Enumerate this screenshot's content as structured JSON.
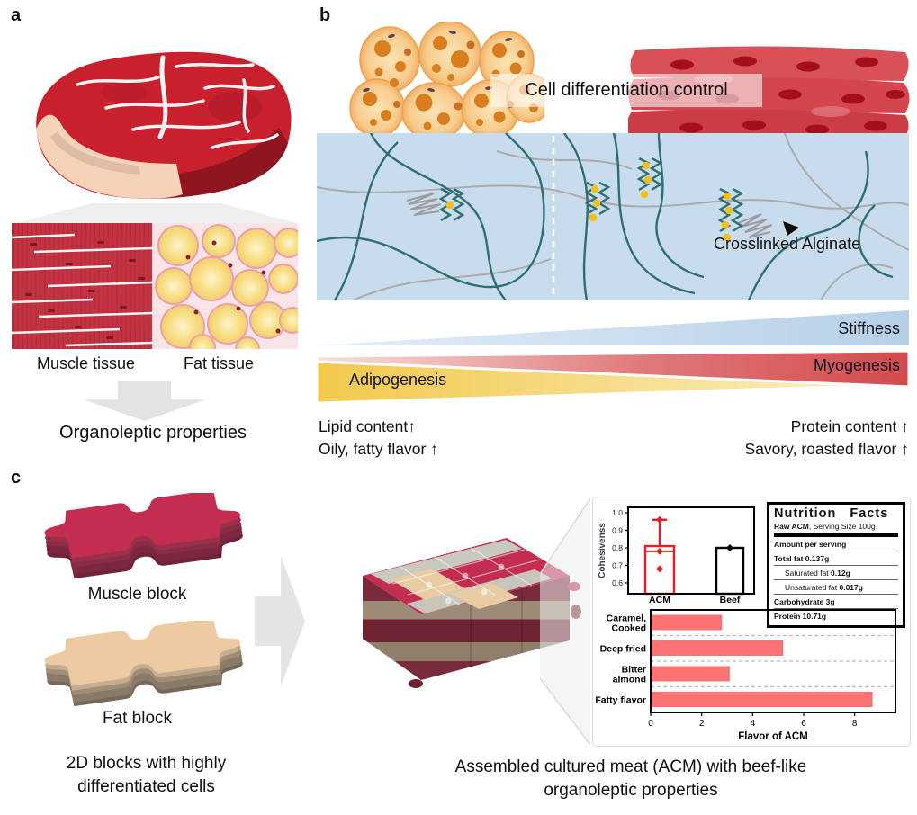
{
  "figure": {
    "panel_a": {
      "label": "a",
      "muscle_tissue": "Muscle tissue",
      "fat_tissue": "Fat tissue",
      "organoleptic": "Organoleptic properties"
    },
    "panel_b": {
      "label": "b",
      "cell_differentiation": "Cell differentiation control",
      "crosslinked_alginate": "Crosslinked Alginate",
      "stiffness": "Stiffness",
      "myogenesis": "Myogenesis",
      "adipogenesis": "Adipogenesis",
      "lipid_line1": "Lipid content↑",
      "lipid_line2": "Oily, fatty flavor ↑",
      "protein_line1": "Protein content ↑",
      "protein_line2": "Savory, roasted flavor ↑"
    },
    "panel_c": {
      "label": "c",
      "muscle_block": "Muscle block",
      "fat_block": "Fat block",
      "blocks_caption1": "2D blocks with highly",
      "blocks_caption2": "differentiated cells",
      "acm_caption1": "Assembled cultured meat (ACM) with beef-like",
      "acm_caption2": "organoleptic properties"
    }
  },
  "nutrition": {
    "title": "Nutrition Facts",
    "serving_bold": "Raw ACM",
    "serving_rest": ", Serving Size 100g",
    "amount_header": "Amount per serving",
    "rows": [
      {
        "label": "Total fat",
        "value": "0.137g",
        "bold": true,
        "indent": 0
      },
      {
        "label": "Saturated fat",
        "value": "0.12g",
        "bold": false,
        "indent": 1
      },
      {
        "label": "Unsaturated fat",
        "value": "0.017g",
        "bold": false,
        "indent": 1
      },
      {
        "label": "Carbohydrate",
        "value": "3g",
        "bold": true,
        "indent": 0
      },
      {
        "label": "Protein",
        "value": "10.71g",
        "bold": true,
        "indent": 0
      }
    ]
  },
  "chart_data": [
    {
      "type": "bar",
      "subtype": "bar_with_error_and_points",
      "categories": [
        "ACM",
        "Beef"
      ],
      "values": [
        0.81,
        0.8
      ],
      "ylabel": "Cohesivenss",
      "ylim": [
        0.55,
        1.03
      ],
      "yticks": [
        0.6,
        0.7,
        0.8,
        0.9,
        1.0
      ],
      "bar_colors": [
        "#ed1c24",
        "#000000"
      ],
      "error_high": [
        0.96,
        null
      ],
      "median_lines": [
        0.78,
        null
      ],
      "points": [
        [
          0.96,
          0.78,
          0.68
        ],
        [
          0.8
        ]
      ],
      "grid": false,
      "legend_position": "none"
    },
    {
      "type": "bar",
      "orientation": "horizontal",
      "categories": [
        [
          "Caramel,",
          "Cooked"
        ],
        [
          "Deep fried"
        ],
        [
          "Bitter",
          "almond"
        ],
        [
          "Fatty flavor"
        ]
      ],
      "values": [
        2.8,
        5.2,
        3.1,
        8.7
      ],
      "xlabel": "Flavor of ACM",
      "xlim": [
        0,
        9.6
      ],
      "xticks": [
        0,
        2,
        4,
        6,
        8
      ],
      "bar_color": "#f97373",
      "separators": "dashed",
      "grid": false
    }
  ],
  "colors": {
    "meat_red": "#c9202e",
    "fat_cream": "#f6d3b8",
    "alginate_teal": "#2e6f72",
    "crosslink_yellow": "#f3c016",
    "stiffness_blue": "#b6cfe8",
    "myogenesis_red": "#d24a4e",
    "adipogenesis_yellow": "#f2c94c",
    "muscle_block": "#c22d50",
    "fat_block": "#edcaa2"
  }
}
